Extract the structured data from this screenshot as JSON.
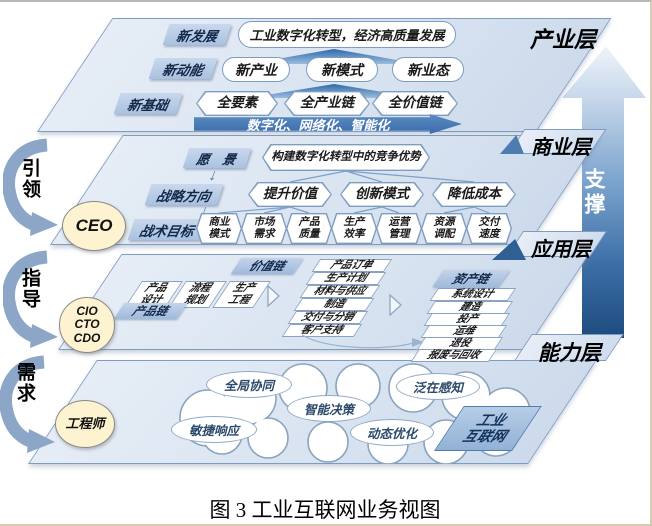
{
  "page": {
    "caption": "图 3 工业互联网业务视图"
  },
  "support_arrow": {
    "label": "支撑"
  },
  "left_rail": {
    "items": [
      {
        "label": "引领"
      },
      {
        "label": "指导"
      },
      {
        "label": "需求"
      }
    ]
  },
  "actors": {
    "ceo": "CEO",
    "cxo": {
      "l1": "CIO",
      "l2": "CTO",
      "l3": "CDO"
    },
    "engineer": "工程师"
  },
  "industry_layer": {
    "name": "产业层",
    "tag_development": "新发展",
    "development_goal": "工业数字化转型，经济高质量发展",
    "tag_momentum": "新动能",
    "momentum_items": [
      {
        "label": "新产业"
      },
      {
        "label": "新模式"
      },
      {
        "label": "新业态"
      }
    ],
    "tag_foundation": "新基础",
    "foundation_items": [
      {
        "label": "全要素"
      },
      {
        "label": "全产业链"
      },
      {
        "label": "全价值链"
      }
    ],
    "trend_arrow": "数字化、网络化、智能化"
  },
  "business_layer": {
    "name": "商业层",
    "tag_vision": "愿　景",
    "vision": "构建数字化转型中的竞争优势",
    "tag_strategy": "战略方向",
    "strategies": [
      {
        "label": "提升价值"
      },
      {
        "label": "创新模式"
      },
      {
        "label": "降低成本"
      }
    ],
    "tag_tactics": "战术目标",
    "tactics": [
      {
        "l1": "商业",
        "l2": "模式"
      },
      {
        "l1": "市场",
        "l2": "需求"
      },
      {
        "l1": "产品",
        "l2": "质量"
      },
      {
        "l1": "生产",
        "l2": "效率"
      },
      {
        "l1": "运营",
        "l2": "管理"
      },
      {
        "l1": "资源",
        "l2": "调配"
      },
      {
        "l1": "交付",
        "l2": "速度"
      }
    ]
  },
  "application_layer": {
    "name": "应用层",
    "product_chain": {
      "label": "产品链",
      "items": [
        {
          "l1": "产品",
          "l2": "设计"
        },
        {
          "l1": "流程",
          "l2": "规划"
        },
        {
          "l1": "生产",
          "l2": "工程"
        }
      ]
    },
    "value_chain": {
      "label": "价值链",
      "items": [
        {
          "label": "产品订单"
        },
        {
          "label": "生产计划"
        },
        {
          "label": "材料与供应"
        },
        {
          "label": "制造"
        },
        {
          "label": "交付与分销"
        },
        {
          "label": "客户支持"
        }
      ]
    },
    "asset_chain": {
      "label": "资产链",
      "items": [
        {
          "label": "系统设计"
        },
        {
          "label": "建造"
        },
        {
          "label": "投产"
        },
        {
          "label": "运维"
        },
        {
          "label": "退役"
        },
        {
          "label": "报废与回收"
        }
      ]
    }
  },
  "capability_layer": {
    "name": "能力层",
    "capabilities": [
      {
        "label": "全局协同"
      },
      {
        "label": "泛在感知"
      },
      {
        "label": "智能决策"
      },
      {
        "label": "敏捷响应"
      },
      {
        "label": "动态优化"
      }
    ],
    "platform": {
      "l1": "工业",
      "l2": "互联网"
    }
  },
  "colors": {
    "accent": "#4a7ab5",
    "sheet": "#dbe5f1",
    "tag": "#b5c9e2",
    "dark": "#1d4b7f",
    "circle_fill": "#fdf3d0"
  }
}
